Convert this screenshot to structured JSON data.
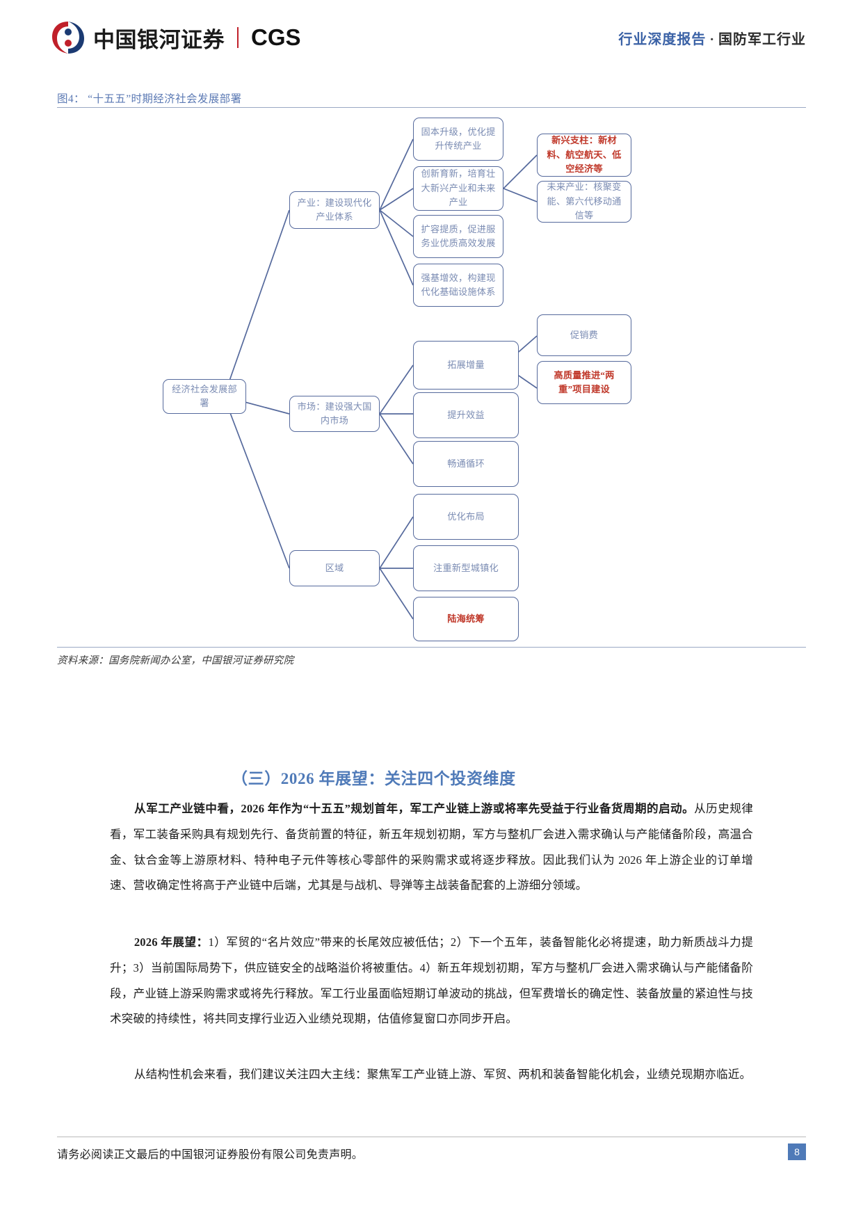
{
  "header": {
    "brand_cn": "中国银河证券",
    "brand_en": "CGS",
    "right_blue": "行业深度报告",
    "right_dot": "·",
    "right_dark": "国防军工行业"
  },
  "figure": {
    "title": "图4： “十五五”时期经济社会发展部署",
    "source": "资料来源：国务院新闻办公室，中国银河证券研究院",
    "nodes": {
      "root": "经济社会发展部署",
      "branch_industry": "产业：建设现代化产业体系",
      "branch_market": "市场：建设强大国内市场",
      "branch_region": "区域",
      "ind_1": "固本升级，优化提升传统产业",
      "ind_2": "创新育新，培育壮大新兴产业和未来产业",
      "ind_3": "扩容提质，促进服务业优质高效发展",
      "ind_4": "强基增效，构建现代化基础设施体系",
      "ind_2a": "新兴支柱：新材料、航空航天、低空经济等",
      "ind_2b": "未来产业：核聚变能、第六代移动通信等",
      "mkt_1": "拓展增量",
      "mkt_2": "提升效益",
      "mkt_3": "畅通循环",
      "mkt_1a": "促销费",
      "mkt_1b": "高质量推进“两重”项目建设",
      "reg_1": "优化布局",
      "reg_2": "注重新型城镇化",
      "reg_3": "陆海统筹"
    }
  },
  "content": {
    "section_heading": "（三）2026 年展望：关注四个投资维度",
    "p1_bold": "从军工产业链中看，2026 年作为“十五五”规划首年，军工产业链上游或将率先受益于行业备货周期的启动。",
    "p1_rest": "从历史规律看，军工装备采购具有规划先行、备货前置的特征，新五年规划初期，军方与整机厂会进入需求确认与产能储备阶段，高温合金、钛合金等上游原材料、特种电子元件等核心零部件的采购需求或将逐步释放。因此我们认为 2026 年上游企业的订单增速、营收确定性将高于产业链中后端，尤其是与战机、导弹等主战装备配套的上游细分领域。",
    "p2_bold": "2026 年展望：",
    "p2_rest": "1）军贸的“名片效应”带来的长尾效应被低估；2）下一个五年，装备智能化必将提速，助力新质战斗力提升；3）当前国际局势下，供应链安全的战略溢价将被重估。4）新五年规划初期，军方与整机厂会进入需求确认与产能储备阶段，产业链上游采购需求或将先行释放。军工行业虽面临短期订单波动的挑战，但军费增长的确定性、装备放量的紧迫性与技术突破的持续性，将共同支撑行业迈入业绩兑现期，估值修复窗口亦同步开启。",
    "p3": "从结构性机会来看，我们建议关注四大主线：聚焦军工产业链上游、军贸、两机和装备智能化机会，业绩兑现期亦临近。"
  },
  "footer": {
    "disclaimer": "请务必阅读正文最后的中国银河证券股份有限公司免责声明。",
    "page_number": "8"
  },
  "colors": {
    "brand_red": "#c0202a",
    "brand_blue": "#1b3a72",
    "accent_blue": "#4f7ab8",
    "node_border": "#55699c",
    "node_text": "#7b8cb3",
    "highlight_red": "#c0392b"
  }
}
